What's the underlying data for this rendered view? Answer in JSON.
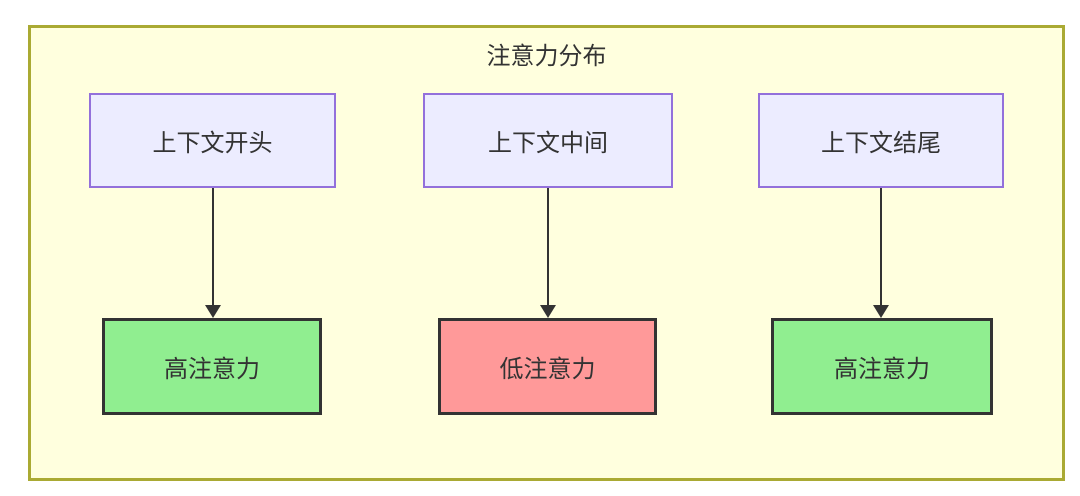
{
  "diagram": {
    "title": "注意力分布",
    "columns": [
      {
        "source": "上下文开头",
        "target": "高注意力",
        "attention": "high"
      },
      {
        "source": "上下文中间",
        "target": "低注意力",
        "attention": "low"
      },
      {
        "source": "上下文结尾",
        "target": "高注意力",
        "attention": "high"
      }
    ]
  },
  "colors": {
    "container-bg": "#FFFFDE",
    "container-border": "#AAAA33",
    "source-fill": "#ECECFF",
    "source-border": "#9370DB",
    "high-fill": "#90EE90",
    "low-fill": "#FF9999",
    "node-border": "#333333",
    "arrow": "#333333",
    "text": "#333333"
  }
}
